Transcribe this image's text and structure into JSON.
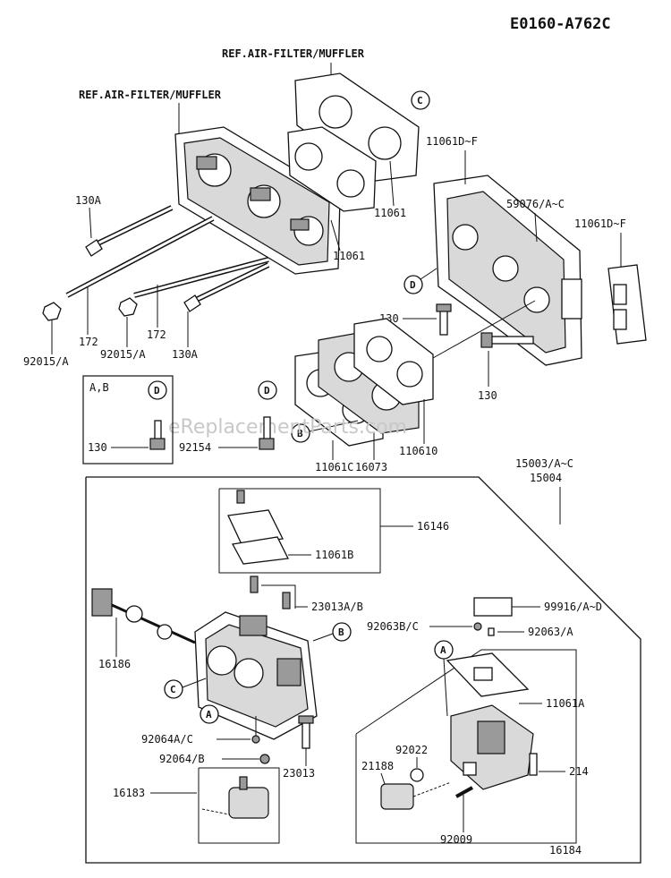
{
  "diagram_code": "E0160-A762C",
  "watermark": "eReplacementParts.com",
  "refs": {
    "ref1": "REF.AIR-FILTER/MUFFLER",
    "ref2": "REF.AIR-FILTER/MUFFLER"
  },
  "inset_ab": "A,B",
  "callouts": {
    "A": "A",
    "B": "B",
    "C": "C",
    "D": "D"
  },
  "parts": {
    "p11061_top": "11061",
    "p11061_mid": "11061",
    "p11061df_1": "11061D~F",
    "p11061df_2": "11061D~F",
    "p59076": "59076/A~C",
    "p130a_1": "130A",
    "p130a_2": "130A",
    "p172_1": "172",
    "p172_2": "172",
    "p92015_1": "92015/A",
    "p92015_2": "92015/A",
    "p130_1": "130",
    "p130_2": "130",
    "p130_3": "130",
    "p92154": "92154",
    "p110610": "110610",
    "p11061c": "11061C",
    "p16073": "16073",
    "p15003": "15003/A~C",
    "p15004": "15004",
    "p16146": "16146",
    "p11061b": "11061B",
    "p23013ab": "23013A/B",
    "p16186": "16186",
    "p99916": "99916/A~D",
    "p92063b": "92063B/C",
    "p92063a": "92063/A",
    "p11061a": "11061A",
    "p92064a": "92064A/C",
    "p92064b": "92064/B",
    "p23013": "23013",
    "p92022": "92022",
    "p21188": "21188",
    "p214": "214",
    "p16183": "16183",
    "p92009": "92009",
    "p16184": "16184"
  }
}
